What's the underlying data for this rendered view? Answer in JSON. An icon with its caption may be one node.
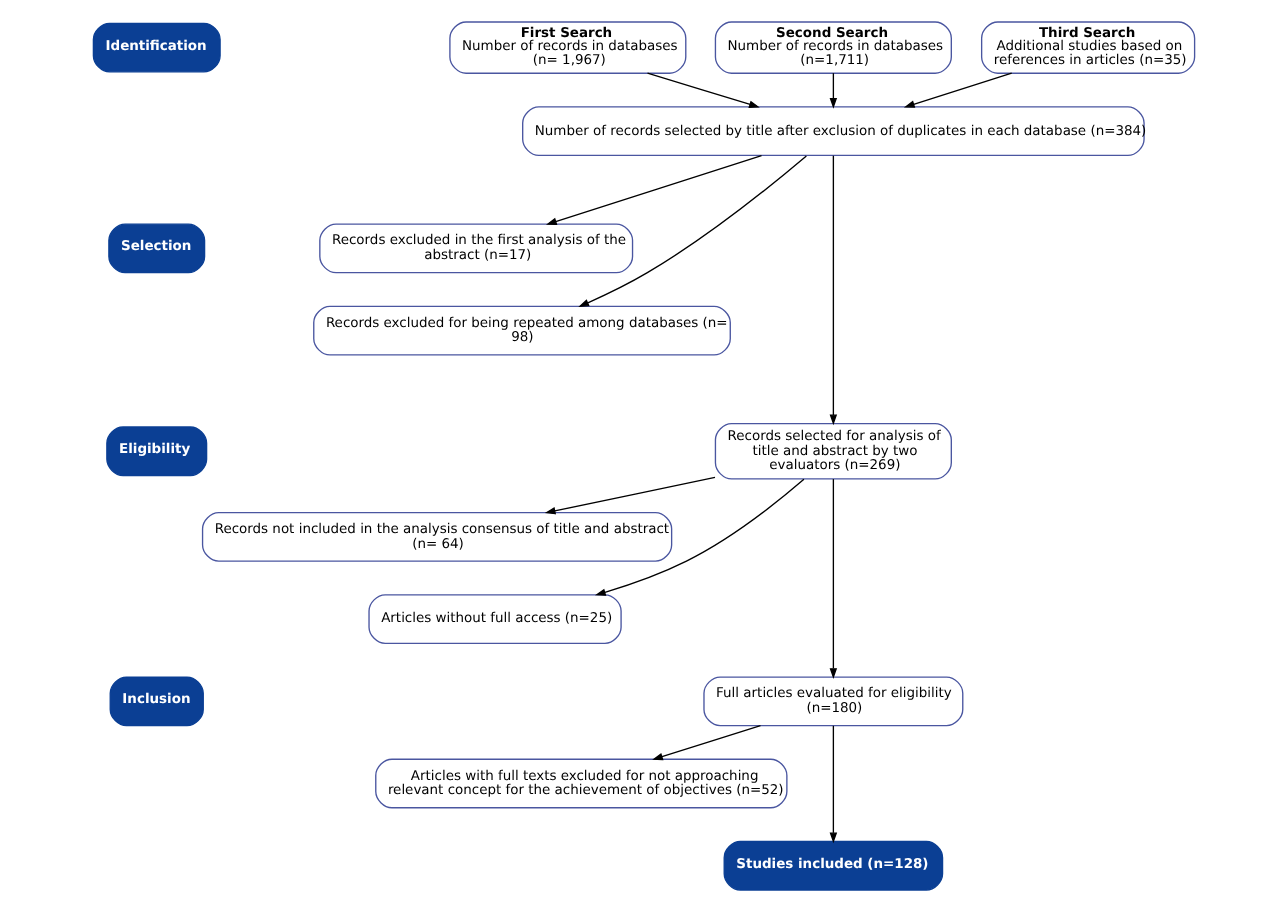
{
  "diagram": {
    "nodes": [
      {
        "text": [
          "Identification"
        ]
      },
      {
        "text": [
          "First Search",
          "Number of records in databases (n= 1,967)"
        ]
      },
      {
        "text": [
          "Second Search",
          "Number of records in databases (n=1,711)"
        ]
      },
      {
        "text": [
          "Third Search",
          "Additional studies based on references in articles (n=35)"
        ]
      },
      {
        "text": [
          "Number of records selected by title after exclusion of duplicates in each database (n=384)"
        ]
      },
      {
        "text": [
          "Selection"
        ]
      },
      {
        "text": [
          "Records excluded in the first analysis of the abstract (n=17)"
        ]
      },
      {
        "text": [
          "Records excluded for being repeated among databases (n= 98)"
        ]
      },
      {
        "text": [
          "Eligibility"
        ]
      },
      {
        "text": [
          "Records selected for analysis of title and abstract by two evaluators (n=269)"
        ]
      },
      {
        "text": [
          "Records not included in the analysis consensus of title and abstract (n= 64)"
        ]
      },
      {
        "text": [
          "Articles without full access (n=25)"
        ]
      },
      {
        "text": [
          "Inclusion"
        ]
      },
      {
        "text": [
          "Full articles evaluated for eligibility (n=180)"
        ]
      },
      {
        "text": [
          "Articles with full texts excluded for not approaching relevant concept for the achievement of objectives (n=52)"
        ]
      },
      {
        "text": [
          "Studies included (n=128)"
        ]
      }
    ],
    "edges": [
      {
        "from": 1,
        "to": 4,
        "arrow": "to"
      },
      {
        "from": 2,
        "to": 4,
        "arrow": "to"
      },
      {
        "from": 3,
        "to": 4,
        "arrow": "to"
      },
      {
        "from": 4,
        "to": 6,
        "arrow": "to"
      },
      {
        "from": 4,
        "to": 7,
        "arrow": "to"
      },
      {
        "from": 4,
        "to": 9,
        "arrow": "to"
      },
      {
        "from": 9,
        "to": 10,
        "arrow": "to"
      },
      {
        "from": 9,
        "to": 11,
        "arrow": "to"
      },
      {
        "from": 9,
        "to": 13,
        "arrow": "to"
      },
      {
        "from": 13,
        "to": 14,
        "arrow": "to"
      },
      {
        "from": 13,
        "to": 15,
        "arrow": "to"
      }
    ]
  }
}
